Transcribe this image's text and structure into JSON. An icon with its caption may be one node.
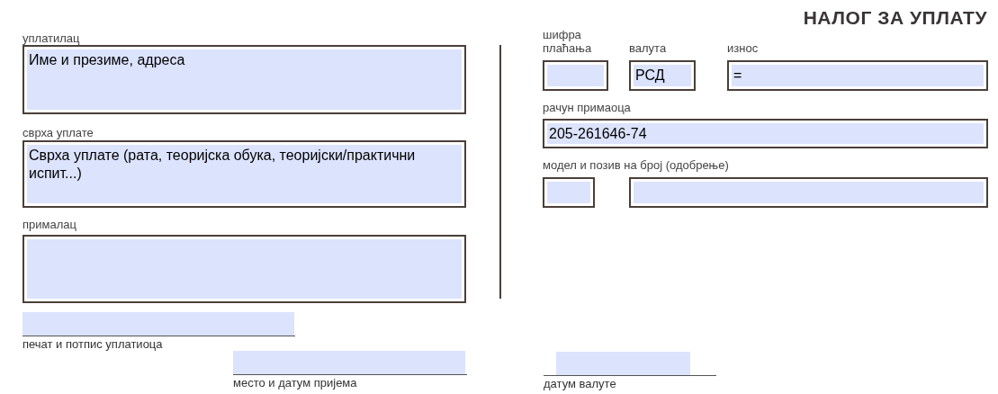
{
  "diagram": {
    "title": "НАЛОГ ЗА УПЛАТУ",
    "nodes": [
      {
        "text": [
          "уплатилац",
          "Име и презиме, адреса"
        ]
      },
      {
        "text": [
          "сврха уплате",
          "Сврха уплате (рата, теоријска обука, теоријски/практични испит...)"
        ]
      },
      {
        "text": [
          "прималац"
        ]
      },
      {
        "text": [
          "печат и потпис уплатиоца"
        ]
      },
      {
        "text": [
          "место и датум пријема"
        ]
      },
      {
        "text": [
          "шифра плаћања"
        ]
      },
      {
        "text": [
          "валута",
          "РСД"
        ]
      },
      {
        "text": [
          "износ",
          "="
        ]
      },
      {
        "text": [
          "рачун примаоца",
          "205-261646-74"
        ]
      },
      {
        "text": [
          "модел и позив на број (одобрење)"
        ]
      },
      {
        "text": [],
        "shape": "box"
      },
      {
        "text": [
          "датум валуте"
        ]
      }
    ]
  }
}
